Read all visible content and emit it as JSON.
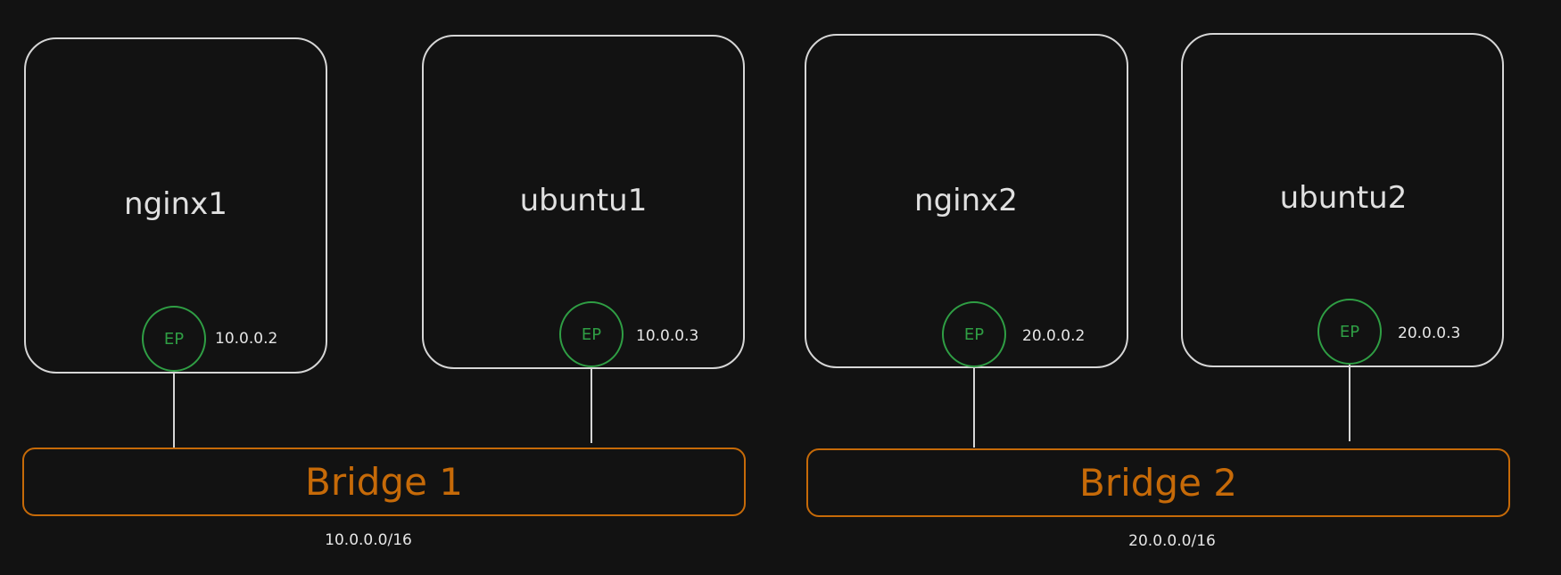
{
  "colors": {
    "background": "#121212",
    "container_stroke": "#d6d6d6",
    "endpoint": "#2f9e44",
    "bridge": "#c66a08"
  },
  "containers": [
    {
      "name": "nginx1",
      "endpoint": "EP",
      "ip": "10.0.0.2"
    },
    {
      "name": "ubuntu1",
      "endpoint": "EP",
      "ip": "10.0.0.3"
    },
    {
      "name": "nginx2",
      "endpoint": "EP",
      "ip": "20.0.0.2"
    },
    {
      "name": "ubuntu2",
      "endpoint": "EP",
      "ip": "20.0.0.3"
    }
  ],
  "bridges": [
    {
      "label": "Bridge 1",
      "subnet": "10.0.0.0/16"
    },
    {
      "label": "Bridge 2",
      "subnet": "20.0.0.0/16"
    }
  ]
}
